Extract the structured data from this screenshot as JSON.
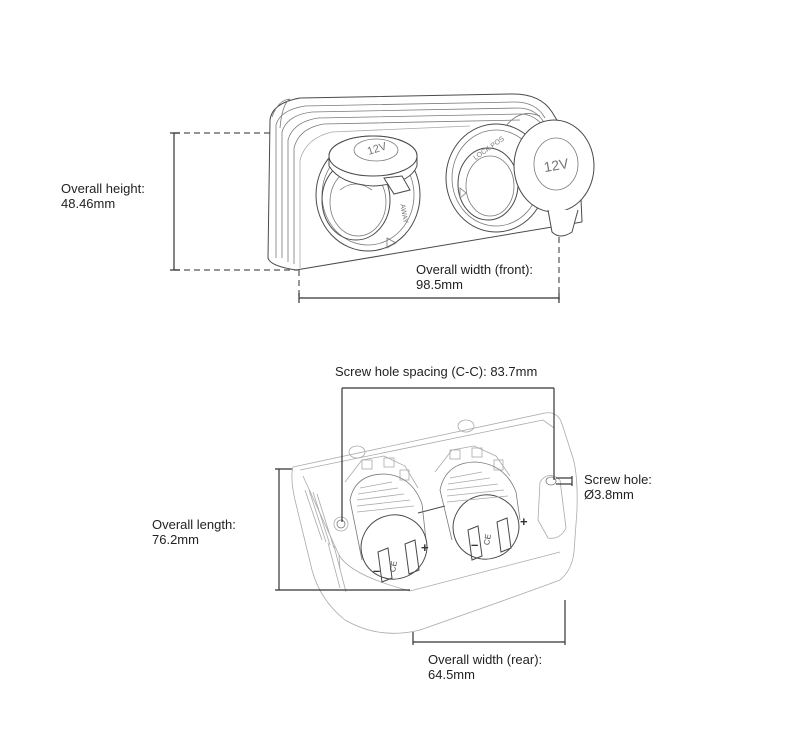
{
  "title": "Dual 12V socket panel mount dimensions",
  "front_view": {
    "height_label": "Overall height:",
    "height_value": "48.46mm",
    "width_label": "Overall width (front):",
    "width_value": "98.5mm",
    "socket_left": {
      "cap_text": "12V",
      "ring_text": "AWAY",
      "arrow_symbol": "▷"
    },
    "socket_right": {
      "cap_text": "12V",
      "ring_text": "LOCK POS",
      "arrow_symbol": "▷"
    }
  },
  "rear_view": {
    "spacing_label": "Screw hole spacing (C-C): 83.7mm",
    "screw_hole_label": "Screw hole:",
    "screw_hole_value": "Ø3.8mm",
    "length_label": "Overall length:",
    "length_value": "76.2mm",
    "rear_width_label": "Overall width (rear):",
    "rear_width_value": "64.5mm",
    "terminal_plus": "+",
    "terminal_minus": "–",
    "ce_mark": "CE"
  }
}
